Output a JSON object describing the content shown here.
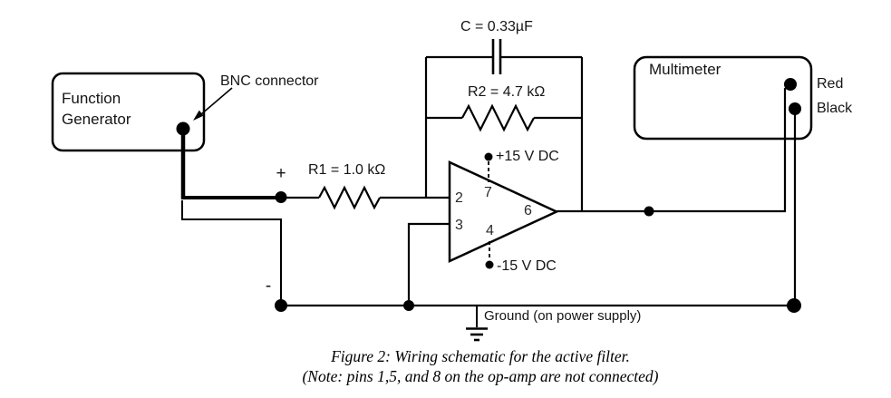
{
  "boxes": {
    "function_generator": {
      "line1": "Function",
      "line2": "Generator"
    },
    "multimeter": {
      "label": "Multimeter",
      "terminals": {
        "red": "Red",
        "black": "Black"
      }
    }
  },
  "labels": {
    "bnc": "BNC connector",
    "capacitor": "C = 0.33µF",
    "r2": "R2 = 4.7 kΩ",
    "r1": "R1 = 1.0 kΩ",
    "v_plus": "+15 V DC",
    "v_minus": "-15 V DC",
    "ground": "Ground (on power supply)",
    "plus": "+",
    "minus": "-"
  },
  "opamp": {
    "pins": {
      "p2": "2",
      "p3": "3",
      "p4": "4",
      "p6": "6",
      "p7": "7"
    }
  },
  "caption": {
    "line1": "Figure 2: Wiring schematic for the active filter.",
    "line2": "(Note: pins 1,5, and 8 on the op-amp are not connected)"
  },
  "colors": {
    "wire": "#000000",
    "background": "#ffffff",
    "text": "#000000"
  }
}
